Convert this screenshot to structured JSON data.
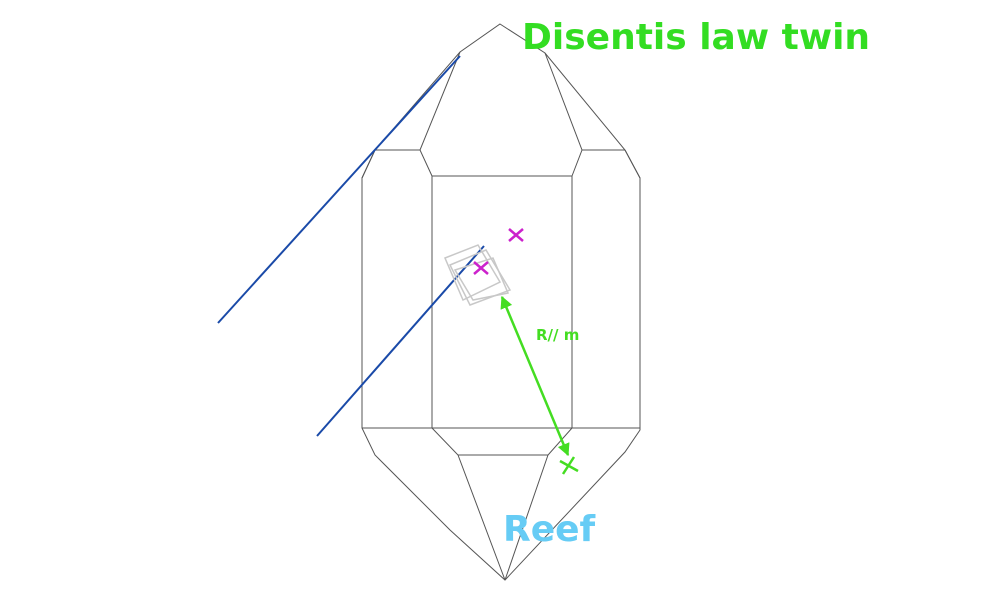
{
  "title": "Disentis law twin",
  "caption": "Reef",
  "axis_label": "R// m",
  "colors": {
    "title": "#33dd22",
    "caption": "#66ccf5",
    "crystal_outline": "#555555",
    "cut_lines": "#1a4aa8",
    "markers": "#cc22cc",
    "arrow": "#44dd22",
    "inset": "#c8c8c8"
  },
  "icons": {
    "marker": "x-marker-icon",
    "arrow": "double-arrow-icon"
  }
}
